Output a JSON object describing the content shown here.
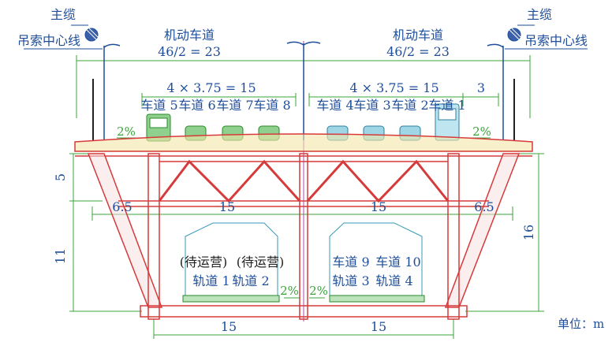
{
  "labels": {
    "main_cable_left": "主缆",
    "main_cable_right": "主缆",
    "hanger_centerline_left": "吊索中心线",
    "hanger_centerline_right": "吊索中心线",
    "motor_lanes_left_title": "机动车道",
    "motor_lanes_left_dim": "46/2 = 23",
    "motor_lanes_right_title": "机动车道",
    "motor_lanes_right_dim": "46/2 = 23",
    "lane_group_left_dim": "4 × 3.75 = 15",
    "lane_group_right_dim": "4 × 3.75 = 15",
    "outer_lane_dim": "3",
    "lanes_left": [
      "车道 5",
      "车道 6",
      "车道 7",
      "车道 8"
    ],
    "lanes_right": [
      "车道 4",
      "车道 3",
      "车道 2",
      "车道 1"
    ],
    "slope_left": "2%",
    "slope_right": "2%",
    "slope_lower_left": "2%",
    "slope_lower_right": "2%",
    "rail_left_status_1": "(待运营)",
    "rail_left_status_2": "(待运营)",
    "rail_left_tracks": [
      "轨道 1",
      "轨道 2"
    ],
    "rail_right_lanes": [
      "车道 9",
      "车道 10"
    ],
    "rail_right_tracks": [
      "轨道 3",
      "轨道 4"
    ],
    "dim_upper_height": "5",
    "dim_lower_height": "11",
    "dim_total_height": "16",
    "dim_cantilever_left": "6.5",
    "dim_cantilever_right": "6.5",
    "dim_mid_left": "15",
    "dim_mid_right": "15",
    "dim_bottom_left": "15",
    "dim_bottom_right": "15",
    "unit": "单位：m"
  },
  "colors": {
    "structure": "#d63a3a",
    "dimension": "#3aa43a",
    "text": "#1e4e9a",
    "track_area": "#9fd0e0",
    "deck_fill": "#f4e6a8",
    "centerline": "#b04ab0"
  }
}
